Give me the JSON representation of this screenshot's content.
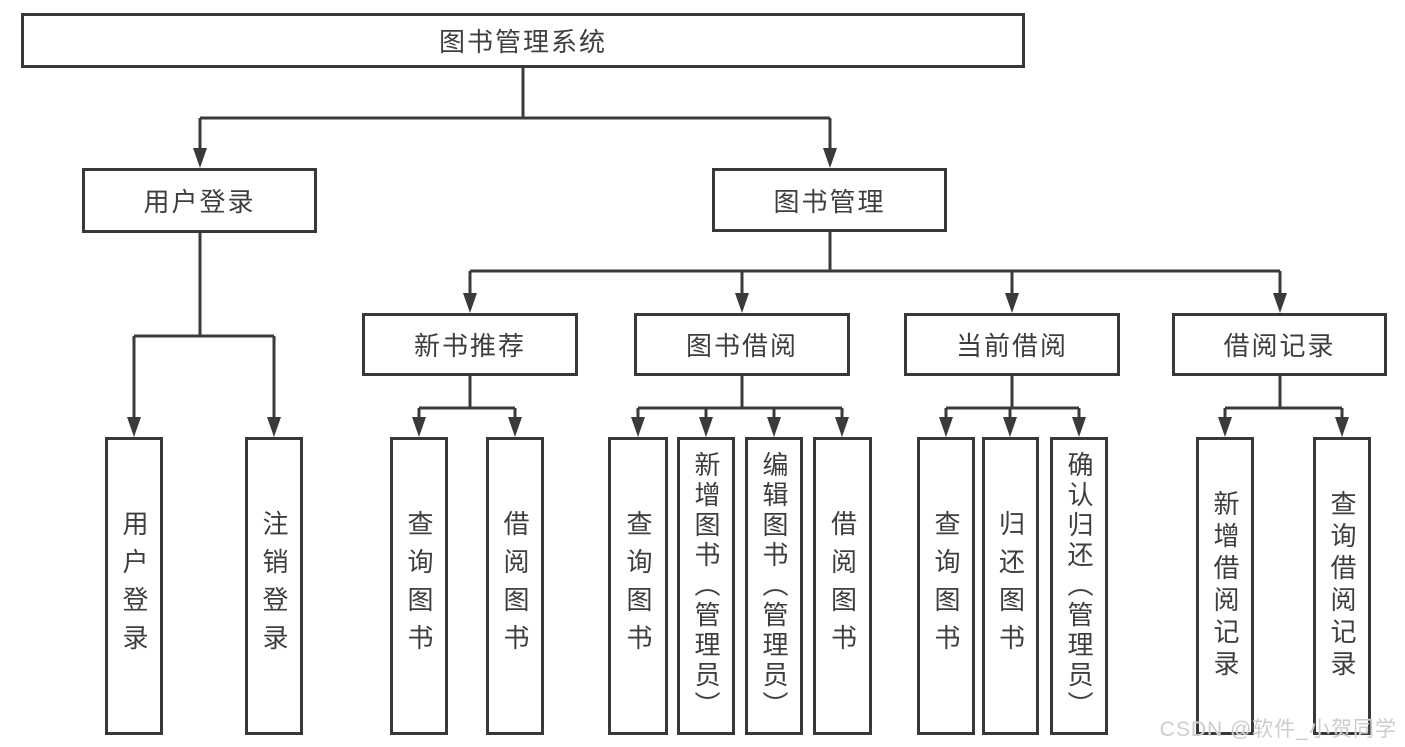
{
  "diagram": {
    "root": {
      "label": "图书管理系统"
    },
    "branches": [
      {
        "label": "用户登录",
        "children": [
          "用户登录",
          "注销登录"
        ]
      },
      {
        "label": "图书管理",
        "groups": [
          {
            "label": "新书推荐",
            "children": [
              "查询图书",
              "借阅图书"
            ]
          },
          {
            "label": "图书借阅",
            "children": [
              "查询图书",
              "新增图书（管理员）",
              "编辑图书（管理员）",
              "借阅图书"
            ]
          },
          {
            "label": "当前借阅",
            "children": [
              "查询图书",
              "归还图书",
              "确认归还（管理员）"
            ]
          },
          {
            "label": "借阅记录",
            "children": [
              "新增借阅记录",
              "查询借阅记录"
            ]
          }
        ]
      }
    ]
  },
  "watermark": {
    "text": "CSDN @软件_小贺同学"
  },
  "colors": {
    "line": "#3a3a3a",
    "border": "#383838",
    "text": "#3e3e3e",
    "background": "#ffffff",
    "watermark": "#cdcdcd"
  }
}
